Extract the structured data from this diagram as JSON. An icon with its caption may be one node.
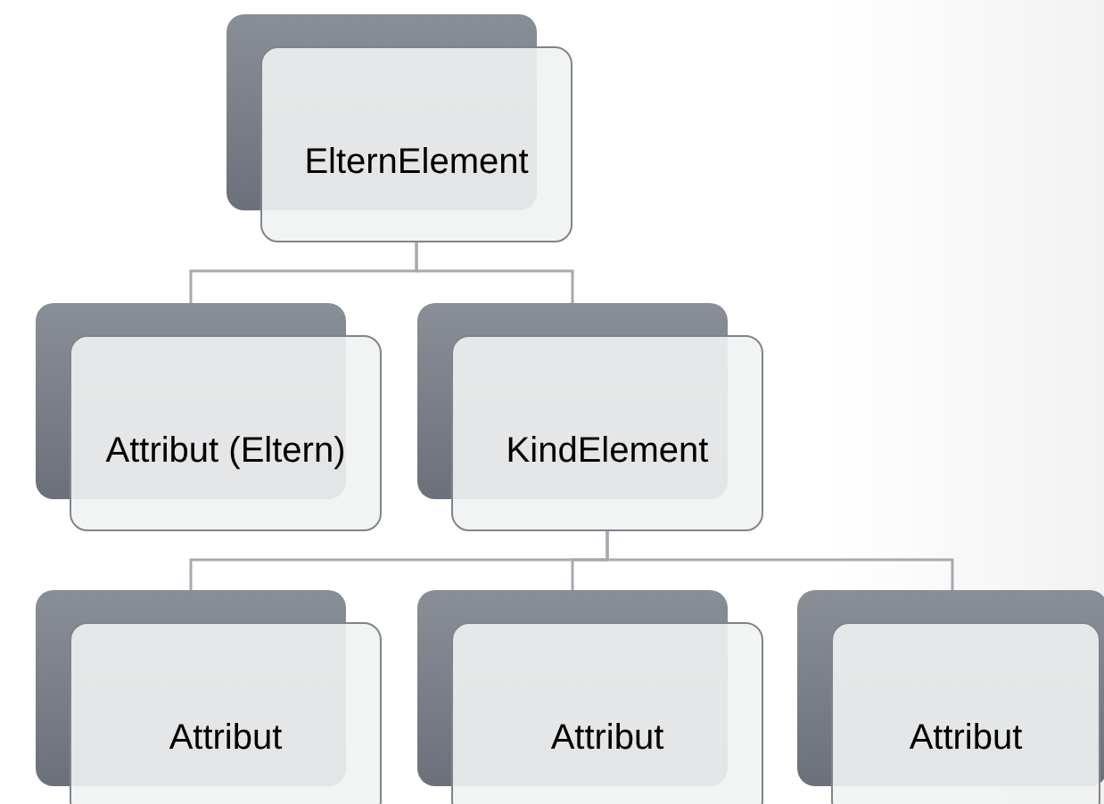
{
  "diagram": {
    "nodes": [
      {
        "text": [
          "ElternElement"
        ]
      },
      {
        "text": [
          "Attribut (Eltern)"
        ]
      },
      {
        "text": [
          "KindElement"
        ]
      },
      {
        "text": [
          "Attribut"
        ]
      },
      {
        "text": [
          "Attribut"
        ]
      },
      {
        "text": [
          "Attribut"
        ]
      }
    ],
    "edges": [
      {
        "from": 0,
        "to": 1,
        "arrow": "none"
      },
      {
        "from": 0,
        "to": 2,
        "arrow": "none"
      },
      {
        "from": 2,
        "to": 3,
        "arrow": "none"
      },
      {
        "from": 2,
        "to": 4,
        "arrow": "none"
      },
      {
        "from": 2,
        "to": 5,
        "arrow": "none"
      }
    ]
  }
}
